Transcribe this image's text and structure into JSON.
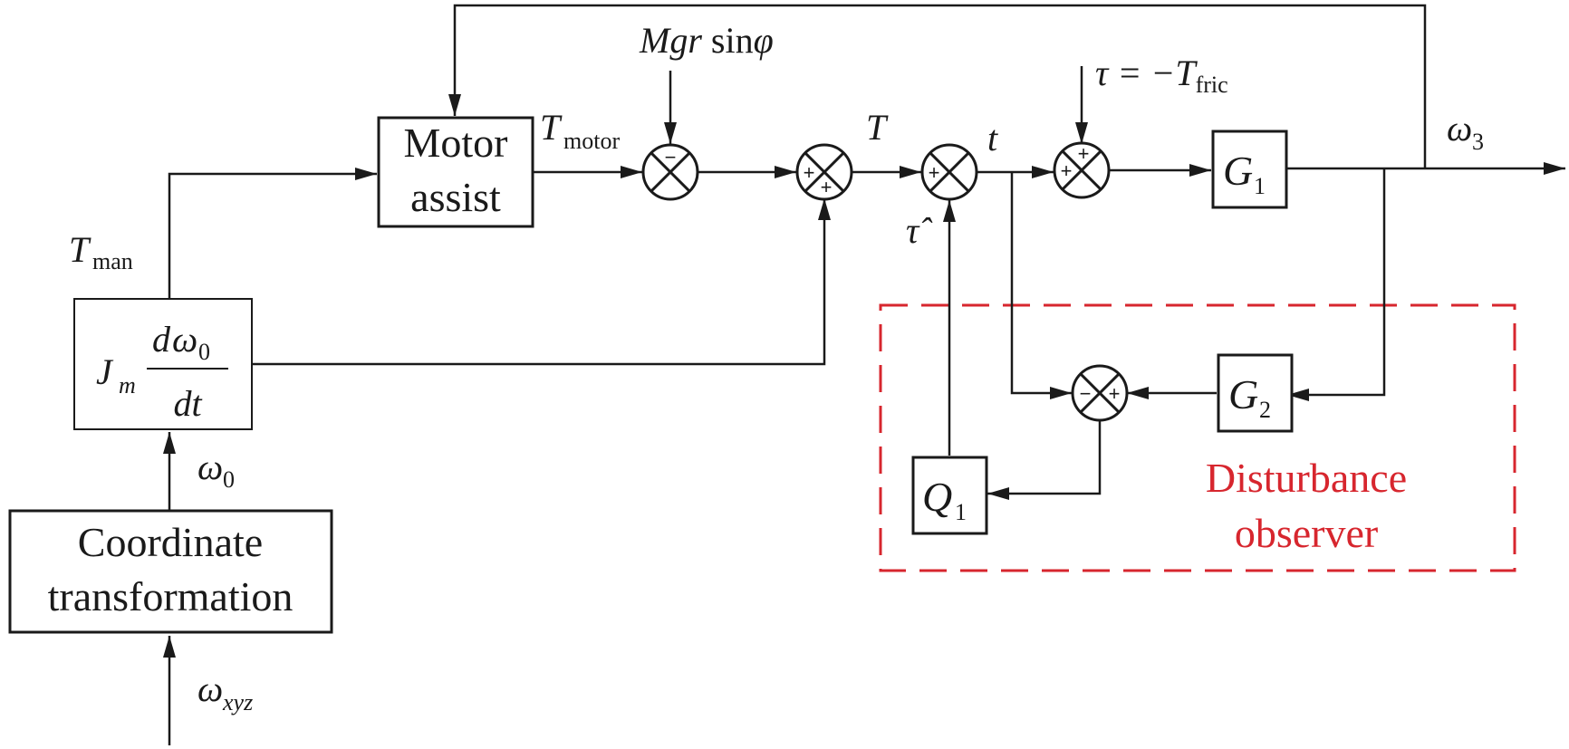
{
  "colors": {
    "line": "#1a1a1a",
    "observer": "#d7262e"
  },
  "blocks": {
    "motor_assist": [
      "Motor",
      "assist"
    ],
    "jm": {
      "J": "J",
      "m": "m",
      "num_d": "d",
      "num_w": "ω",
      "num_sub": "0",
      "den": "dt"
    },
    "coordinate_transformation": [
      "Coordinate",
      "transformation"
    ],
    "g1": {
      "letter": "G",
      "sub": "1"
    },
    "g2": {
      "letter": "G",
      "sub": "2"
    },
    "q1": {
      "letter": "Q",
      "sub": "1"
    }
  },
  "signals": {
    "t_man": {
      "main": "T",
      "sub": "man"
    },
    "t_motor": {
      "main": "T",
      "sub": "motor"
    },
    "mgr": {
      "italic": "Mgr",
      "rest": "sin",
      "phi": "φ"
    },
    "T": "T",
    "t": "t",
    "tau_hat": "τ̂",
    "tau_fric": {
      "lhs": "τ = −",
      "T": "T",
      "sub": "fric"
    },
    "omega3": {
      "main": "ω",
      "sub": "3"
    },
    "omega0": {
      "main": "ω",
      "sub": "0"
    },
    "omegaxyz": {
      "main": "ω",
      "sub": "xyz"
    }
  },
  "signs": {
    "s1_top": "−",
    "s2_left": "+",
    "s2_bottom": "+",
    "s3_left": "+",
    "s4_left": "+",
    "s4_top": "+",
    "s5_left": "−",
    "s5_right": "+"
  },
  "observer": {
    "label": [
      "Disturbance",
      "observer"
    ]
  }
}
